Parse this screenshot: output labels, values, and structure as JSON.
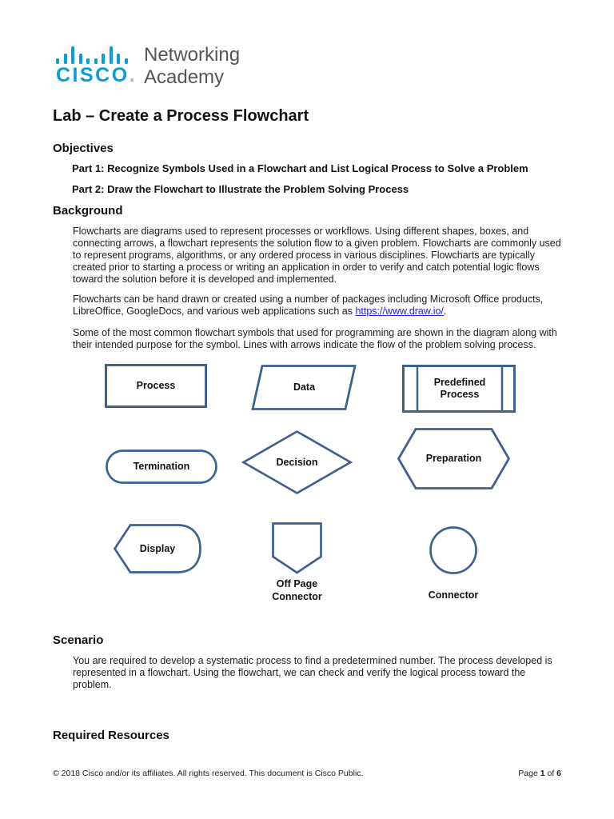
{
  "colors": {
    "cisco_blue": "#049fd9",
    "shape_stroke": "#3e6192",
    "link": "#2222e0"
  },
  "logo": {
    "wordmark": "CISCO",
    "mark": ".",
    "line1": "Networking",
    "line2": "Academy"
  },
  "title": "Lab – Create a Process Flowchart",
  "objectives": {
    "heading": "Objectives",
    "parts": [
      "Part 1: Recognize Symbols Used in a Flowchart and List Logical Process to Solve a Problem",
      "Part 2: Draw the Flowchart to Illustrate the Problem Solving Process"
    ]
  },
  "background": {
    "heading": "Background",
    "para1": "Flowcharts are diagrams used to represent processes or workflows. Using different shapes, boxes, and connecting arrows, a flowchart represents the solution flow to a given problem. Flowcharts are commonly used to represent programs, algorithms, or any ordered process in various disciplines. Flowcharts are typically created prior to starting a process or writing an application in order to verify and catch potential logic flows toward the solution before it is developed and implemented.",
    "para2_pre": "Flowcharts can be hand drawn or created using a number of packages including Microsoft Office products, LibreOffice, GoogleDocs, and various web applications such as ",
    "para2_link": "https://www.draw.io/",
    "para2_post": ".",
    "para3": "Some of the most common flowchart symbols that used for programming are shown in the diagram along with their intended purpose for the symbol. Lines with arrows indicate the flow of the problem solving process."
  },
  "diagram": {
    "shapes": [
      {
        "name": "process",
        "label": "Process"
      },
      {
        "name": "data",
        "label": "Data"
      },
      {
        "name": "predefined-process",
        "label": "Predefined Process"
      },
      {
        "name": "termination",
        "label": "Termination"
      },
      {
        "name": "decision",
        "label": "Decision"
      },
      {
        "name": "preparation",
        "label": "Preparation"
      },
      {
        "name": "display",
        "label": "Display"
      },
      {
        "name": "off-page-connector",
        "label": "Off Page Connector"
      },
      {
        "name": "connector",
        "label": "Connector"
      }
    ]
  },
  "scenario": {
    "heading": "Scenario",
    "text": "You are required to develop a systematic process to find a predetermined number. The process developed is represented in a flowchart. Using the flowchart, we can check and verify the logical process toward the problem."
  },
  "required_resources": {
    "heading": "Required Resources"
  },
  "footer": {
    "copyright": "© 2018 Cisco and/or its affiliates. All rights reserved. This document is Cisco Public.",
    "page_pre": "Page ",
    "page_number": "1",
    "page_mid": " of ",
    "page_total": "6"
  }
}
